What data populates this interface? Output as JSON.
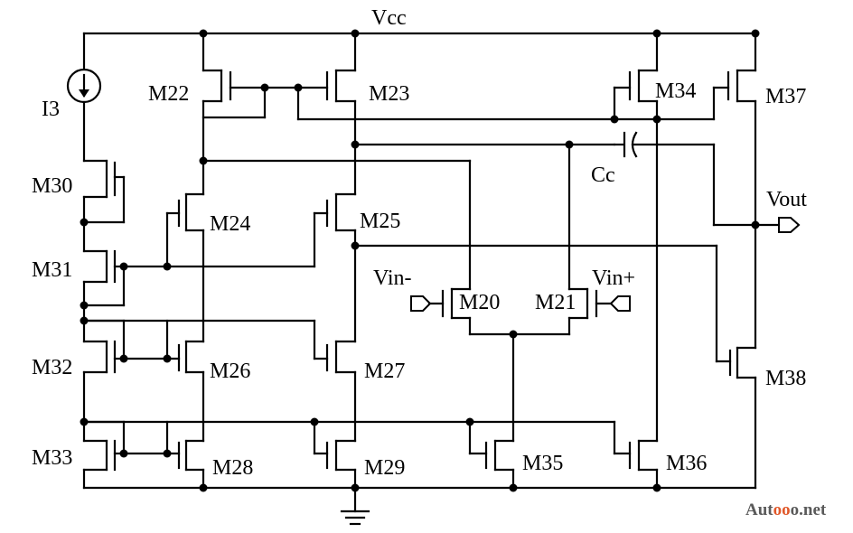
{
  "diagram": {
    "supply_label": "Vcc",
    "current_source_label": "I3",
    "capacitor_label": "Cc",
    "output_label": "Vout",
    "input_neg_label": "Vin-",
    "input_pos_label": "Vin+",
    "transistors": {
      "M20": "M20",
      "M21": "M21",
      "M22": "M22",
      "M23": "M23",
      "M24": "M24",
      "M25": "M25",
      "M26": "M26",
      "M27": "M27",
      "M28": "M28",
      "M29": "M29",
      "M30": "M30",
      "M31": "M31",
      "M32": "M32",
      "M33": "M33",
      "M34": "M34",
      "M35": "M35",
      "M36": "M36",
      "M37": "M37",
      "M38": "M38"
    }
  },
  "watermark": {
    "part1": "Aut",
    "part2": "oo",
    "part3": "o",
    "part4": ".net",
    "color_dark": "#5a5a5a",
    "color_accent": "#e0582a"
  }
}
